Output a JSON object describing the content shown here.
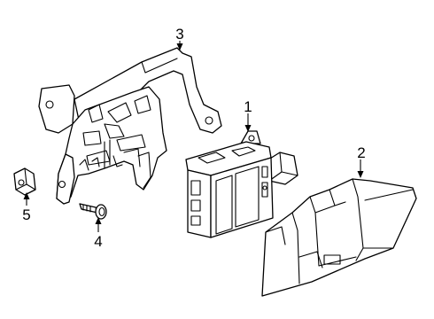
{
  "callouts": [
    {
      "id": "1",
      "label": "1",
      "part": "control-module"
    },
    {
      "id": "2",
      "label": "2",
      "part": "module-cover"
    },
    {
      "id": "3",
      "label": "3",
      "part": "mounting-bracket"
    },
    {
      "id": "4",
      "label": "4",
      "part": "bolt"
    },
    {
      "id": "5",
      "label": "5",
      "part": "clip-nut"
    }
  ]
}
